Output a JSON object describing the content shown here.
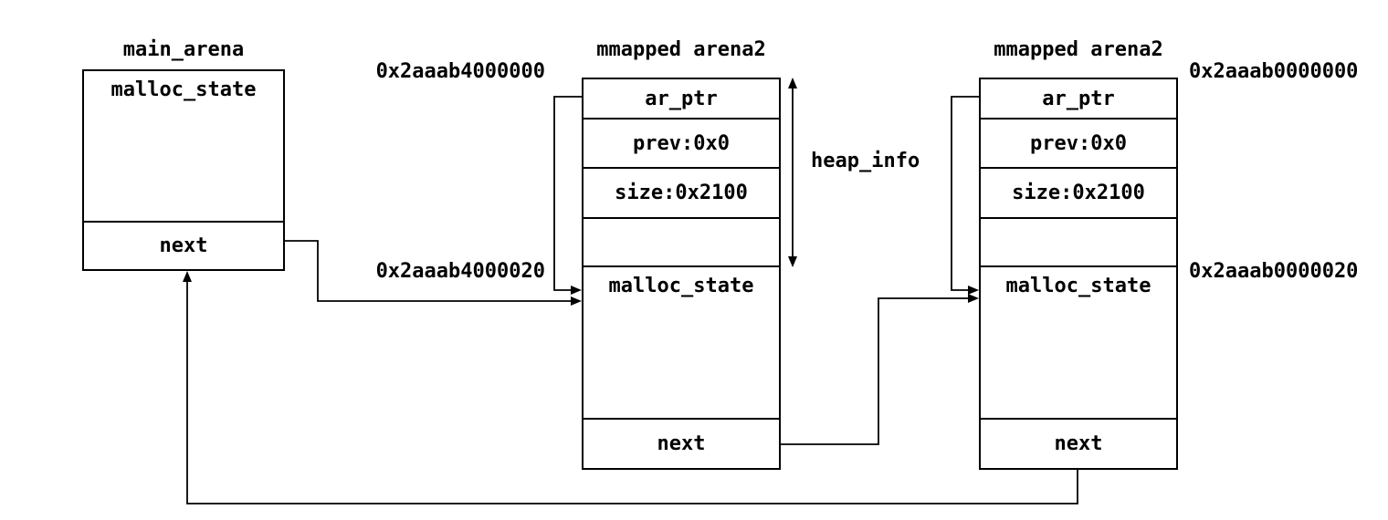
{
  "main_arena": {
    "title": "main_arena",
    "malloc_state": "malloc_state",
    "next": "next"
  },
  "arena_mid": {
    "title": "mmapped arena2",
    "ar_ptr": "ar_ptr",
    "prev": "prev:0x0",
    "size": "size:0x2100",
    "malloc_state": "malloc_state",
    "next": "next",
    "addr_top": "0x2aaab4000000",
    "addr_state": "0x2aaab4000020"
  },
  "arena_right": {
    "title": "mmapped arena2",
    "ar_ptr": "ar_ptr",
    "prev": "prev:0x0",
    "size": "size:0x2100",
    "malloc_state": "malloc_state",
    "next": "next",
    "addr_top": "0x2aaab0000000",
    "addr_state": "0x2aaab0000020"
  },
  "labels": {
    "heap_info": "heap_info"
  },
  "colors": {
    "line": "#000000",
    "background": "#ffffff"
  }
}
